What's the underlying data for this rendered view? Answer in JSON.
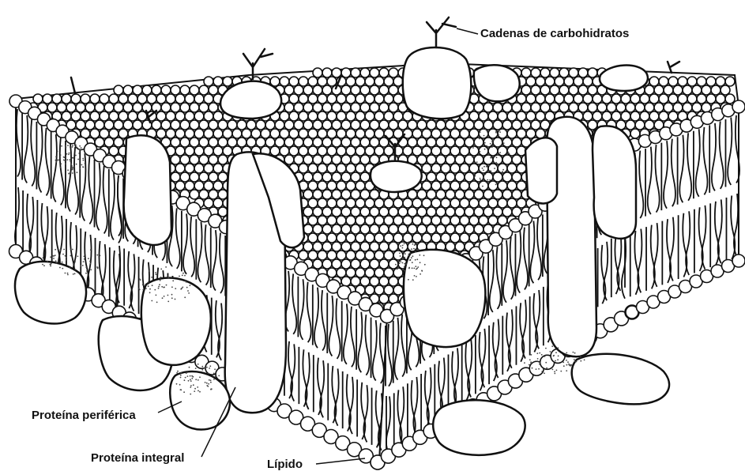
{
  "labels": {
    "carbohydrate_chains": "Cadenas de carbohidratos",
    "peripheral_protein": "Proteína periférica",
    "integral_protein": "Proteína integral",
    "lipid": "Lípido"
  },
  "colors": {
    "ink": "#111111",
    "paper": "#ffffff",
    "stipple": "#444444"
  }
}
